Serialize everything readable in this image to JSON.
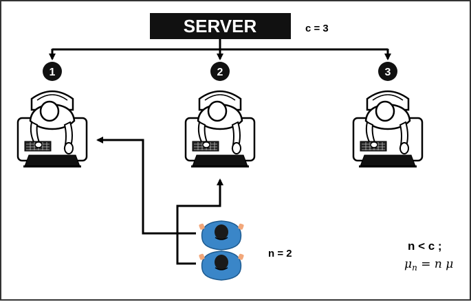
{
  "server": {
    "label": "SERVER",
    "capacity_label": "c = 3"
  },
  "stations": [
    {
      "number": "1"
    },
    {
      "number": "2"
    },
    {
      "number": "3"
    }
  ],
  "customers": {
    "count_label": "n = 2"
  },
  "condition": {
    "inequality": "n < c ;",
    "rate_formula": "μn = n μ"
  },
  "colors": {
    "server_box": "#111111",
    "server_text": "#ffffff",
    "badge": "#111111",
    "customer_body": "#3a86c8",
    "customer_hand": "#f2a77a",
    "line": "#000000"
  }
}
